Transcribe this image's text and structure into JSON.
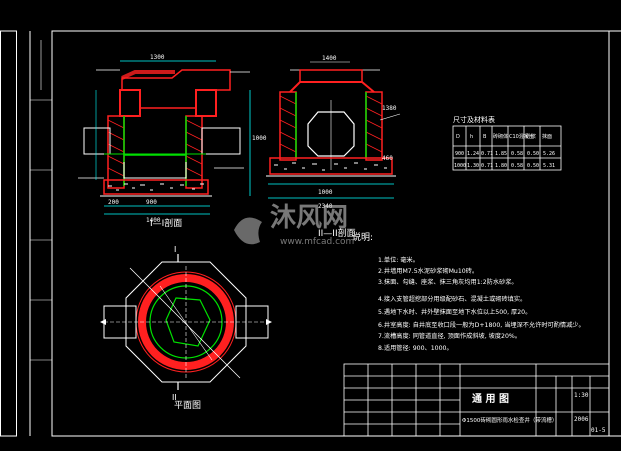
{
  "section_labels": {
    "cross_section": "I—I剖面",
    "section2": "II—II剖面",
    "plan": "平面图",
    "mark_top": "I",
    "mark_bottom": "II"
  },
  "dims": {
    "d1": "1300",
    "d2": "200",
    "d3": "900",
    "d4": "1400",
    "d5": "1000",
    "d6": "1400",
    "d7": "1000",
    "d8": "2340",
    "d9": "1380",
    "d10": "460"
  },
  "notes_heading": "说明:",
  "notes": [
    "1.单位: 毫米。",
    "2.井墙用M7.5水泥砂浆砌Mu10砖。",
    "3.抹面、勾缝、座浆、抹三角灰均用1:2防水砂浆。",
    "4.接入支管超挖部分用级配砂石、混凝土或砌砖填实。",
    "5.遇地下水时、井外壁抹面至地下水位以上500, 厚20。",
    "6.井室高度: 自井底至收口段一般为D+1800, 当埋深不允许时可酌情减少。",
    "7.流槽高度: 同管道直径, 顶面作成斜坡, 坡度20%。",
    "8.适用管径: 900、1000。"
  ],
  "watermark": {
    "brand": "沐风网",
    "url": "www.mfcad.com"
  },
  "table": {
    "title": "尺寸及材料表",
    "headers": [
      "D",
      "h",
      "B",
      "砖砌体",
      "C10混凝土",
      "砂浆",
      "抹面"
    ],
    "rows": [
      [
        "900",
        "1.24",
        "0.71",
        "1.85",
        "0.58",
        "0.50",
        "5.26"
      ],
      [
        "1000",
        "1.30",
        "0.71",
        "1.80",
        "0.58",
        "0.50",
        "5.31"
      ]
    ]
  },
  "title_block": {
    "name": "通 用 图",
    "drawing_title": "Φ1500砖砌圆形雨水检查井（带流槽）",
    "scale": "1:30",
    "sheet": "01-5",
    "date": "2006"
  },
  "colors": {
    "red": "#ff2020",
    "green": "#00e000",
    "yellow": "#ffff00",
    "cyan": "#00ffff",
    "white": "#ffffff",
    "grey": "#a0a0a0"
  }
}
